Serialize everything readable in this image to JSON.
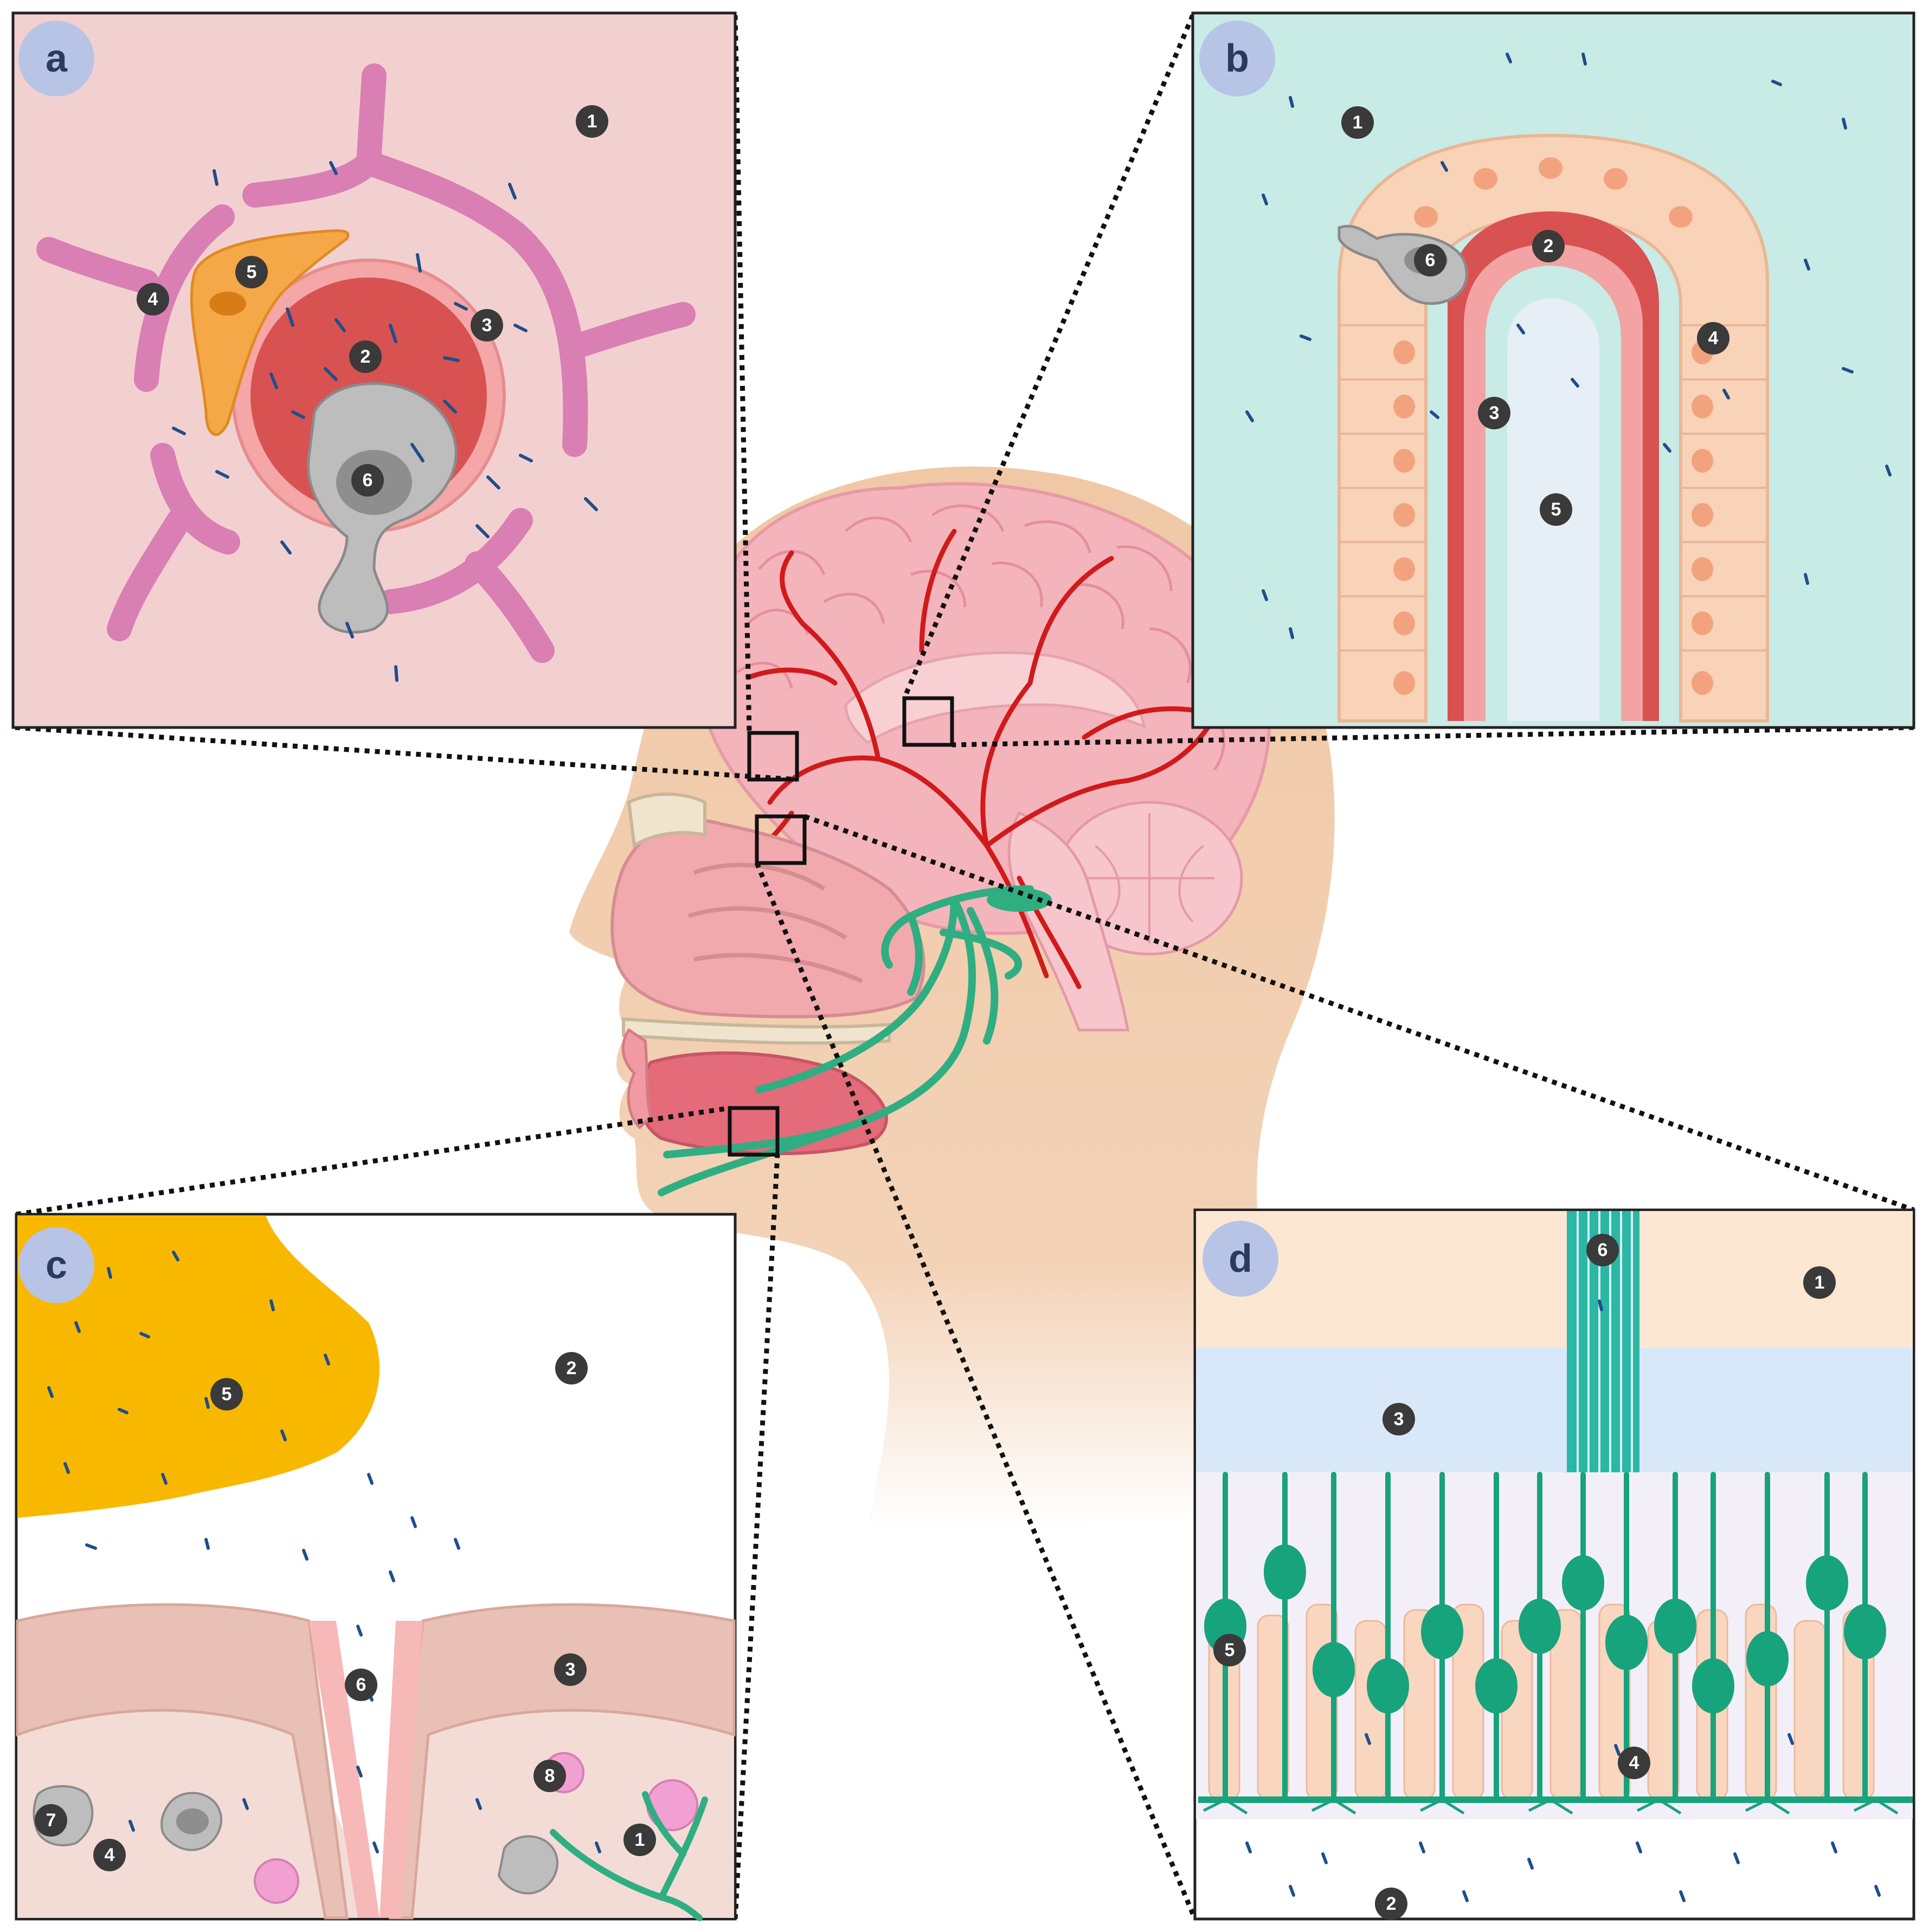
{
  "colors": {
    "panel_a_bg": "#f3d0d0",
    "panel_b_bg": "#c8ebe6",
    "panel_c_bg": "#ffffff",
    "panel_d_bg": "#ffffff",
    "letter_badge": "#b8c4e6",
    "letter_text": "#2e3a5c",
    "number_badge": "#3a3a3a",
    "vessel_red": "#d85252",
    "vessel_light": "#f3a3a3",
    "astrocyte_pink": "#d97fb4",
    "pericyte_orange": "#f5a847",
    "microglia_grey": "#bdbdbd",
    "epithelium_peach": "#f8d3b8",
    "nerve_green": "#2fae82",
    "mucus_yellow": "#f9b800",
    "particle_blue": "#1f4e8a",
    "skin": "#f0c8a6",
    "brain_pink": "#f4b4bc",
    "artery_red": "#d11a1a"
  },
  "panels": [
    {
      "id": "a",
      "label": "a",
      "markers": [
        "1",
        "2",
        "3",
        "4",
        "5",
        "6"
      ]
    },
    {
      "id": "b",
      "label": "b",
      "markers": [
        "1",
        "2",
        "3",
        "4",
        "5",
        "6"
      ]
    },
    {
      "id": "c",
      "label": "c",
      "markers": [
        "1",
        "2",
        "3",
        "4",
        "5",
        "6",
        "7",
        "8"
      ]
    },
    {
      "id": "d",
      "label": "d",
      "markers": [
        "1",
        "2",
        "3",
        "4",
        "5",
        "6"
      ]
    }
  ]
}
